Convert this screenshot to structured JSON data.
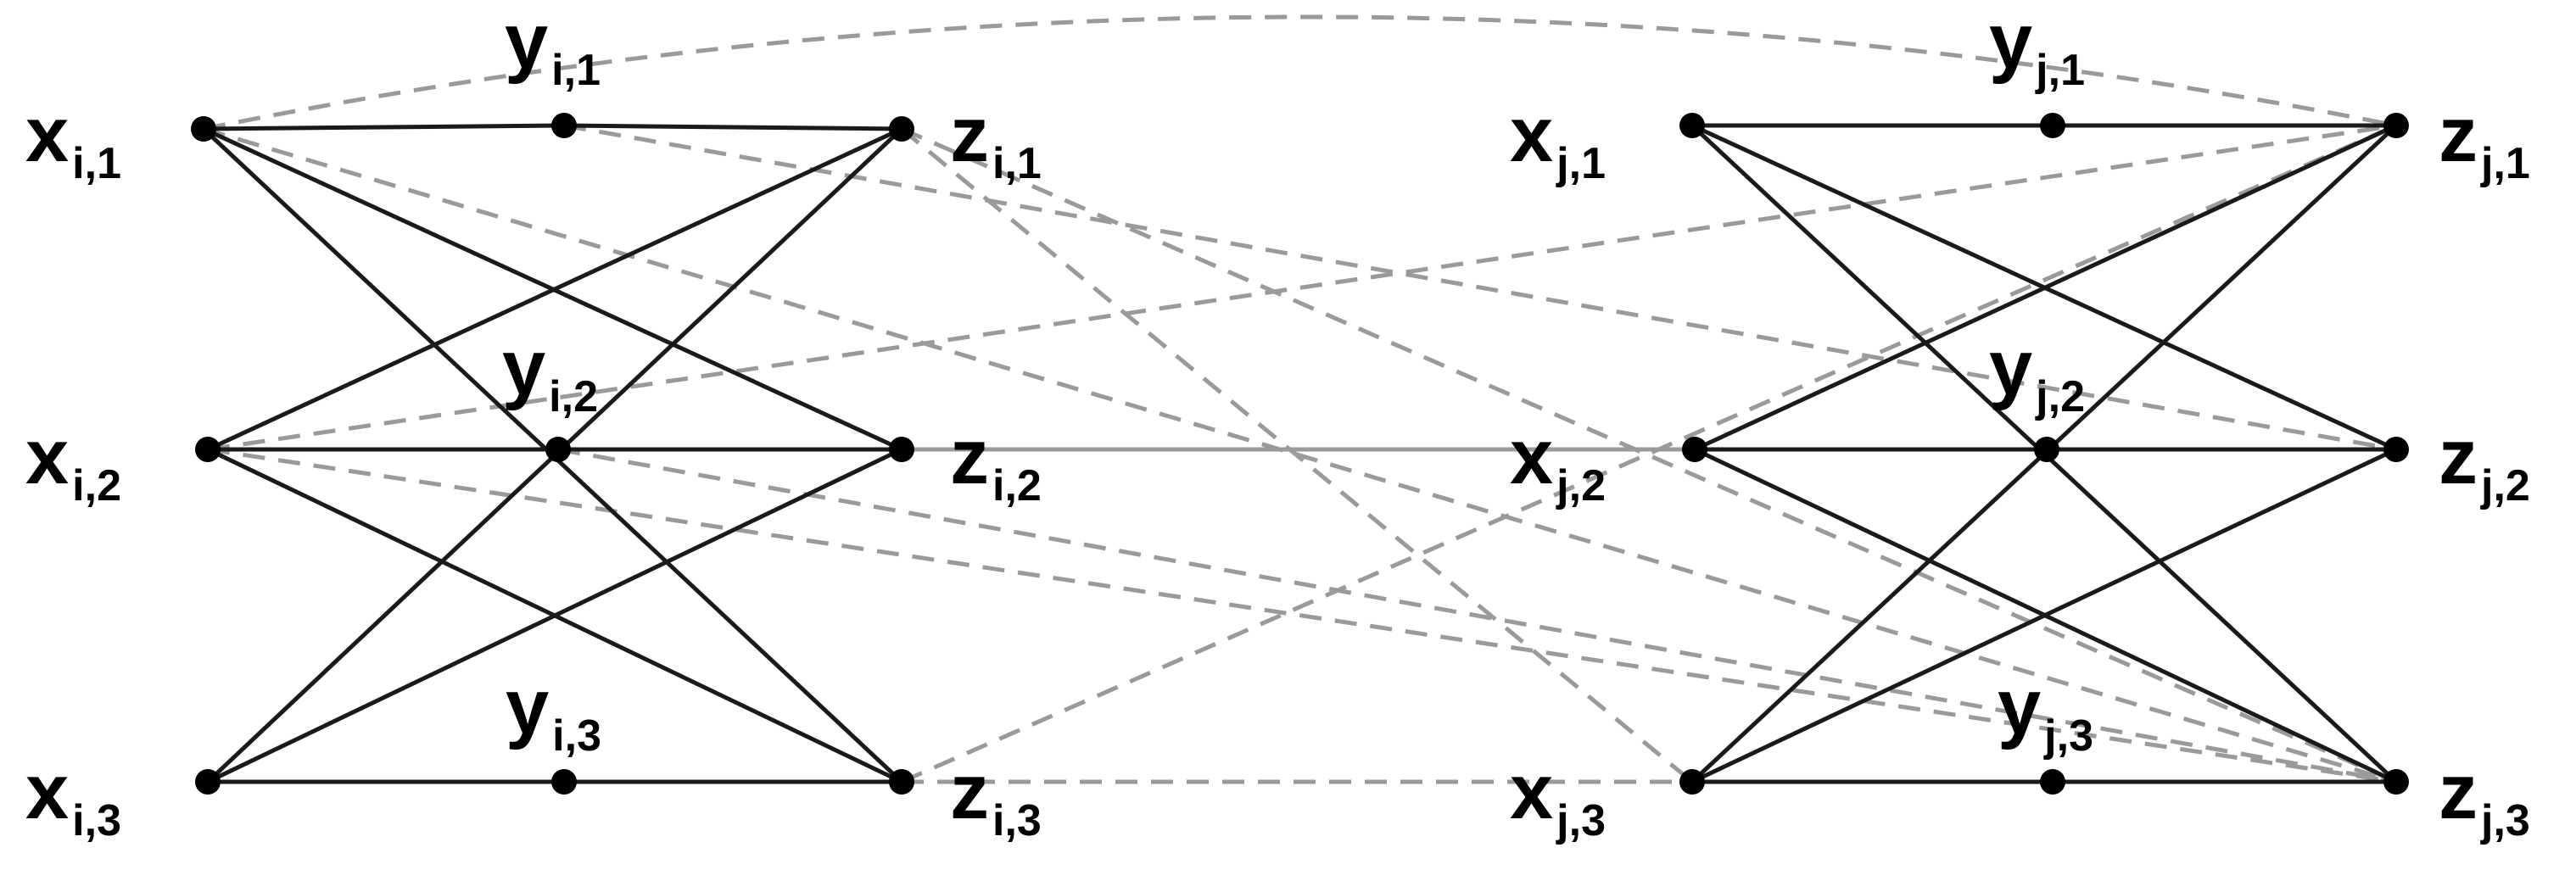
{
  "graph": {
    "colors": {
      "solid_edge": "#1a1a1a",
      "dashed_edge": "#9a9a9a",
      "node": "#000000"
    },
    "nodes": [
      {
        "id": "xi1",
        "var": "x",
        "sub": "i,1"
      },
      {
        "id": "xi2",
        "var": "x",
        "sub": "i,2"
      },
      {
        "id": "xi3",
        "var": "x",
        "sub": "i,3"
      },
      {
        "id": "yi1",
        "var": "y",
        "sub": "i,1"
      },
      {
        "id": "yi2",
        "var": "y",
        "sub": "i,2"
      },
      {
        "id": "yi3",
        "var": "y",
        "sub": "i,3"
      },
      {
        "id": "zi1",
        "var": "z",
        "sub": "i,1"
      },
      {
        "id": "zi2",
        "var": "z",
        "sub": "i,2"
      },
      {
        "id": "zi3",
        "var": "z",
        "sub": "i,3"
      },
      {
        "id": "xj1",
        "var": "x",
        "sub": "j,1"
      },
      {
        "id": "xj2",
        "var": "x",
        "sub": "j,2"
      },
      {
        "id": "xj3",
        "var": "x",
        "sub": "j,3"
      },
      {
        "id": "yj1",
        "var": "y",
        "sub": "j,1"
      },
      {
        "id": "yj2",
        "var": "y",
        "sub": "j,2"
      },
      {
        "id": "yj3",
        "var": "y",
        "sub": "j,3"
      },
      {
        "id": "zj1",
        "var": "z",
        "sub": "j,1"
      },
      {
        "id": "zj2",
        "var": "z",
        "sub": "j,2"
      },
      {
        "id": "zj3",
        "var": "z",
        "sub": "j,3"
      }
    ],
    "solid_edges": [
      [
        "xi1",
        "yi1"
      ],
      [
        "yi1",
        "zi1"
      ],
      [
        "xi2",
        "yi2"
      ],
      [
        "yi2",
        "zi2"
      ],
      [
        "xi3",
        "yi3"
      ],
      [
        "yi3",
        "zi3"
      ],
      [
        "xi1",
        "zi2"
      ],
      [
        "xi1",
        "zi3"
      ],
      [
        "xi2",
        "zi1"
      ],
      [
        "xi2",
        "zi3"
      ],
      [
        "xi3",
        "zi1"
      ],
      [
        "xi3",
        "zi2"
      ],
      [
        "xj1",
        "yj1"
      ],
      [
        "yj1",
        "zj1"
      ],
      [
        "xj2",
        "yj2"
      ],
      [
        "yj2",
        "zj2"
      ],
      [
        "xj3",
        "yj3"
      ],
      [
        "yj3",
        "zj3"
      ],
      [
        "xj1",
        "zj2"
      ],
      [
        "xj1",
        "zj3"
      ],
      [
        "xj2",
        "zj1"
      ],
      [
        "xj2",
        "zj3"
      ],
      [
        "xj3",
        "zj1"
      ],
      [
        "xj3",
        "zj2"
      ]
    ],
    "dashed_edges": [
      [
        "xi1",
        "zj1",
        "arc"
      ],
      [
        "yi1",
        "zj2"
      ],
      [
        "xi1",
        "zj3"
      ],
      [
        "zi1",
        "xj3"
      ],
      [
        "xi2",
        "zj1"
      ],
      [
        "xi2",
        "zj3"
      ],
      [
        "xi2",
        "zj2"
      ],
      [
        "zi2",
        "xj2"
      ],
      [
        "zi3",
        "zj1"
      ],
      [
        "zi3",
        "xj3"
      ],
      [
        "zi1",
        "zj3"
      ],
      [
        "yi2",
        "zj3"
      ]
    ]
  }
}
